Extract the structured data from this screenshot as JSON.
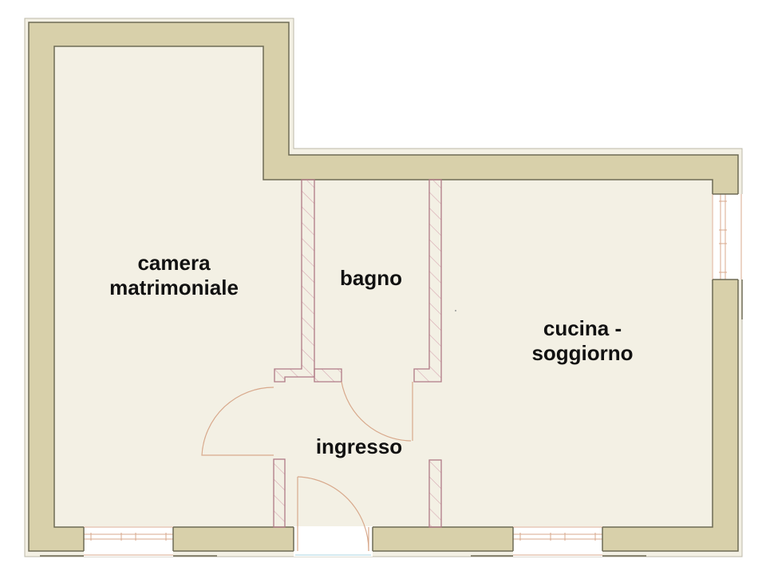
{
  "plan": {
    "colors": {
      "wall_fill": "#d8d0aa",
      "wall_stroke": "#6e6a55",
      "outer_trim": "#f3f0e4",
      "partition_stroke": "#b07a86",
      "door_arc": "#d8a98c",
      "window_line": "#d8a98c"
    },
    "rooms": [
      {
        "id": "camera",
        "label_line1": "camera",
        "label_line2": "matrimoniale"
      },
      {
        "id": "bagno",
        "label_line1": "bagno"
      },
      {
        "id": "cucina",
        "label_line1": "cucina -",
        "label_line2": "soggiorno"
      },
      {
        "id": "ingresso",
        "label_line1": "ingresso"
      }
    ]
  }
}
